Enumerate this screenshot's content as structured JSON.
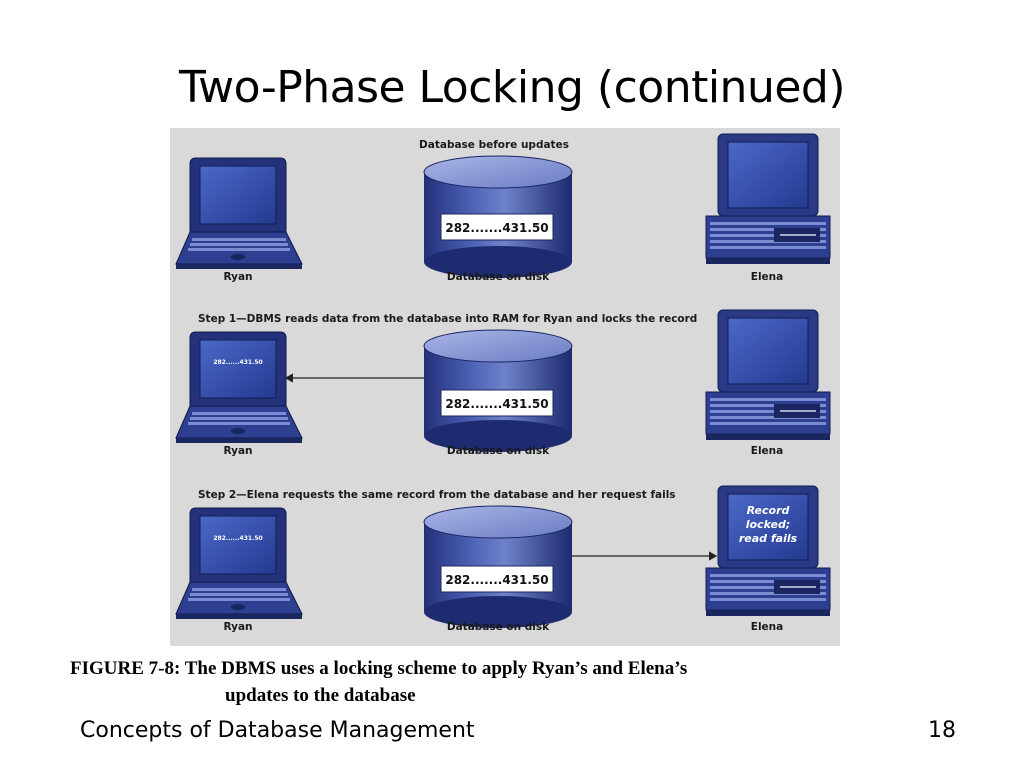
{
  "slide": {
    "title": "Two-Phase Locking (continued)",
    "caption_line1": "FIGURE 7-8: The DBMS uses a locking scheme to apply Ryan’s and Elena’s",
    "caption_line2": "updates to the database",
    "footer_left": "Concepts of Database Management",
    "page_number": "18"
  },
  "figure": {
    "header": "Database before updates",
    "step1": "Step 1—DBMS reads data from the database into RAM for Ryan and locks the record",
    "step2": "Step 2—Elena requests the same record from the database and her request fails",
    "disk_value": "282.......431.50",
    "laptop_screen_value": "282......431.50",
    "elena_screen_msg": [
      "Record",
      "locked;",
      "read fails"
    ],
    "labels": {
      "ryan": "Ryan",
      "disk": "Database on disk",
      "elena": "Elena"
    },
    "colors": {
      "device_blue": "#2a3a86",
      "device_dark": "#1b2760",
      "screen_blue": "#3a57b8",
      "disk_light": "#8fa0d8",
      "background": "#d9d9d9"
    }
  }
}
